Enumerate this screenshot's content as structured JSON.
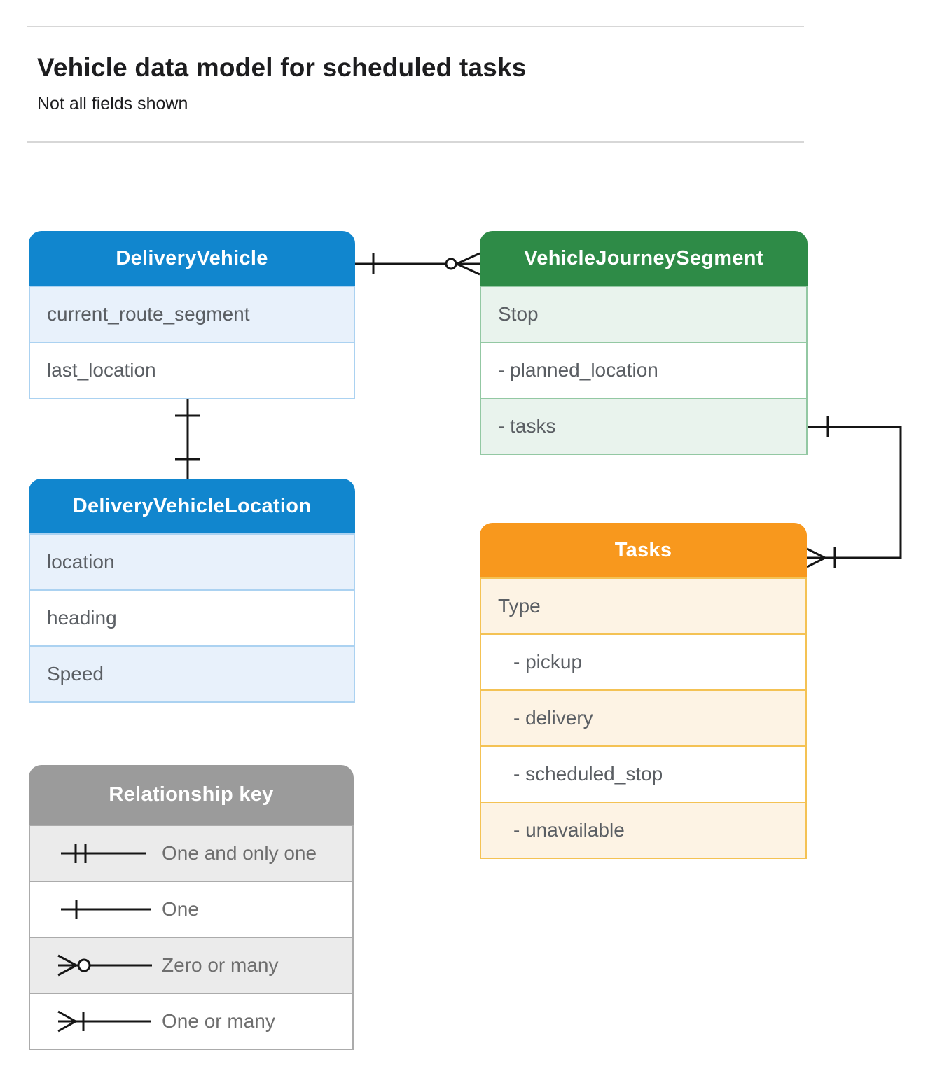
{
  "page": {
    "title": "Vehicle data model for scheduled tasks",
    "subtitle": "Not all fields shown"
  },
  "colors": {
    "blue": "#1186ce",
    "blue_light": "#e8f1fb",
    "blue_border": "#abd2f1",
    "green": "#2e8b47",
    "green_light": "#e9f3ed",
    "green_border": "#93c8a3",
    "orange": "#f8981d",
    "orange_light": "#fdf3e4",
    "orange_border": "#f4c254",
    "gray": "#9b9b9b",
    "gray_light": "#ebebeb",
    "gray_border": "#ababab",
    "row_text": "#5a5e63",
    "legend_text": "#6e6e6e",
    "line": "#151515",
    "rule": "#d7d7d7",
    "title_text": "#1d1d1f"
  },
  "entities": {
    "delivery_vehicle": {
      "title": "DeliveryVehicle",
      "rows": [
        {
          "label": "current_route_segment"
        },
        {
          "label": "last_location"
        }
      ]
    },
    "vehicle_journey_segment": {
      "title": "VehicleJourneySegment",
      "rows": [
        {
          "label": "Stop"
        },
        {
          "label": "- planned_location"
        },
        {
          "label": "- tasks"
        }
      ]
    },
    "delivery_vehicle_location": {
      "title": "DeliveryVehicleLocation",
      "rows": [
        {
          "label": "location"
        },
        {
          "label": "heading"
        },
        {
          "label": "Speed"
        }
      ]
    },
    "tasks": {
      "title": "Tasks",
      "rows": [
        {
          "label": "Type"
        },
        {
          "label": "- pickup"
        },
        {
          "label": "- delivery"
        },
        {
          "label": "- scheduled_stop"
        },
        {
          "label": "- unavailable"
        }
      ]
    }
  },
  "legend": {
    "title": "Relationship key",
    "items": [
      {
        "label": "One and only one"
      },
      {
        "label": "One"
      },
      {
        "label": "Zero or many"
      },
      {
        "label": "One or many"
      }
    ]
  },
  "relationships": [
    {
      "from": "DeliveryVehicle",
      "to": "VehicleJourneySegment",
      "from_cardinality": "one",
      "to_cardinality": "zero or many"
    },
    {
      "from": "DeliveryVehicle",
      "to": "DeliveryVehicleLocation",
      "from_cardinality": "one",
      "to_cardinality": "one"
    },
    {
      "from": "VehicleJourneySegment.tasks",
      "to": "Tasks",
      "from_cardinality": "one",
      "to_cardinality": "one or many"
    }
  ]
}
